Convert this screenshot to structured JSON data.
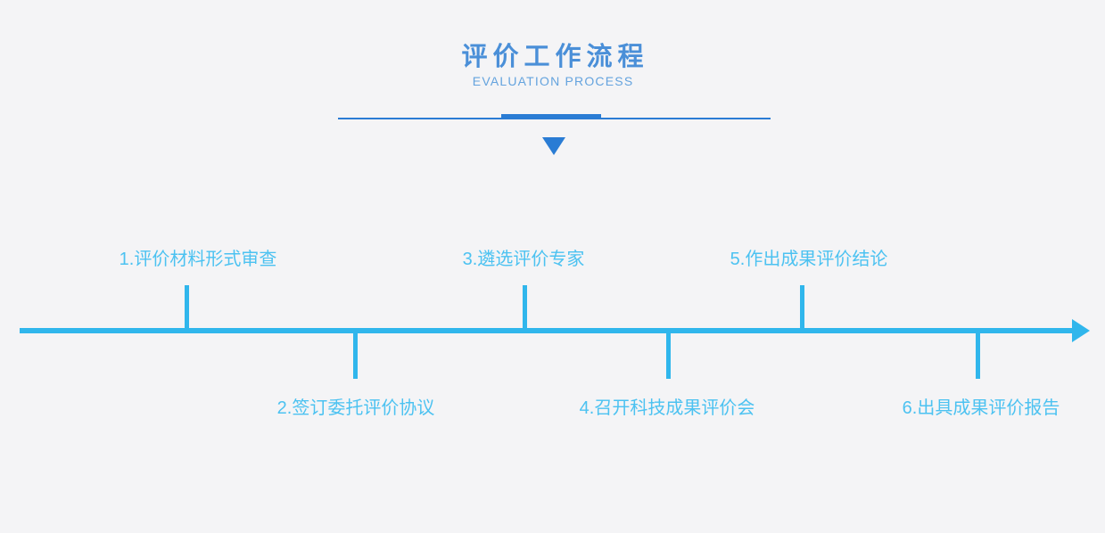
{
  "colors": {
    "background": "#f4f4f6",
    "title_blue": "#4a8fd8",
    "subtitle_blue": "#64a3de",
    "divider_blue": "#2a7cd4",
    "timeline_blue": "#30b6ec",
    "step_label_blue": "#4cc2f1"
  },
  "header": {
    "title": "评价工作流程",
    "subtitle": "EVALUATION PROCESS"
  },
  "timeline": {
    "steps": [
      {
        "label": "1.评价材料形式审查",
        "side": "above"
      },
      {
        "label": "2.签订委托评价协议",
        "side": "below"
      },
      {
        "label": "3.遴选评价专家",
        "side": "above"
      },
      {
        "label": "4.召开科技成果评价会",
        "side": "below"
      },
      {
        "label": "5.作出成果评价结论",
        "side": "above"
      },
      {
        "label": "6.出具成果评价报告",
        "side": "below"
      }
    ]
  }
}
